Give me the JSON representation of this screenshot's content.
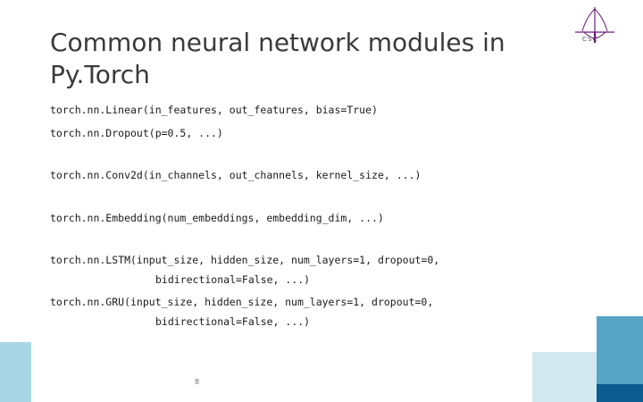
{
  "slide": {
    "title": "Common neural network modules in Py.Torch",
    "page_number": "8",
    "code_lines": [
      "torch.nn.Linear(in_features, out_features, bias=True)",
      "torch.nn.Dropout(p=0.5, ...)",
      "torch.nn.Conv2d(in_channels, out_channels, kernel_size, ...)",
      "torch.nn.Embedding(num_embeddings, embedding_dim, ...)",
      "torch.nn.LSTM(input_size, hidden_size, num_layers=1, dropout=0,",
      "bidirectional=False, ...)",
      "torch.nn.GRU(input_size, hidden_size, num_layers=1, dropout=0,",
      "bidirectional=False, ...)"
    ]
  },
  "branding": {
    "logo_name": "csc-logo-icon",
    "logo_caption": "CSC"
  },
  "colors": {
    "logo_purple": "#6a1b7a",
    "accent_light_blue": "#a9d6e5",
    "accent_pale_blue": "#d3e9f2",
    "accent_teal": "#57a5c4",
    "accent_deep_blue": "#0b5b8e",
    "title_text": "#3a3a3a",
    "code_text": "#1b1b1b"
  }
}
